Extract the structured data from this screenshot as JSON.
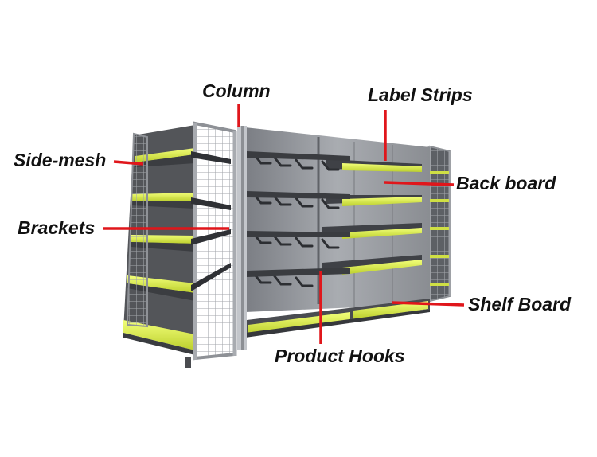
{
  "labels": {
    "column": "Column",
    "label_strips": "Label Strips",
    "side_mesh": "Side-mesh",
    "back_board": "Back board",
    "brackets": "Brackets",
    "shelf_board": "Shelf Board",
    "product_hooks": "Product Hooks"
  },
  "colors": {
    "leader": "#e0161b",
    "label_strip": "#d8ea4a",
    "metal": "#5f6268",
    "panel": "#8c8f95",
    "mesh": "#9ea1a6"
  }
}
